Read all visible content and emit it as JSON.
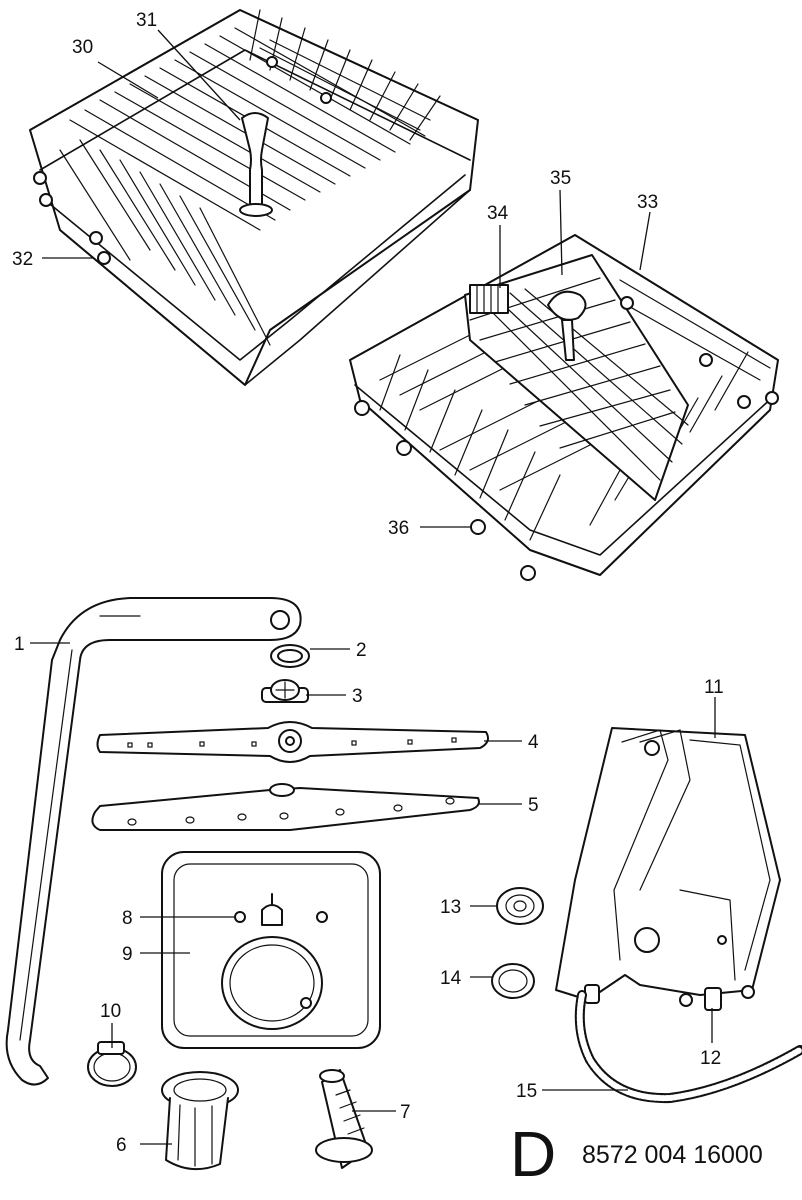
{
  "labels": {
    "l1": "1",
    "l2": "2",
    "l3": "3",
    "l4": "4",
    "l5": "5",
    "l6": "6",
    "l7": "7",
    "l8": "8",
    "l9": "9",
    "l10": "10",
    "l11": "11",
    "l12": "12",
    "l13": "13",
    "l14": "14",
    "l15": "15",
    "l30": "30",
    "l31": "31",
    "l32": "32",
    "l33": "33",
    "l34": "34",
    "l35": "35",
    "l36": "36"
  },
  "footer": {
    "page_letter": "D",
    "doc_code": "8572 004 16000"
  }
}
